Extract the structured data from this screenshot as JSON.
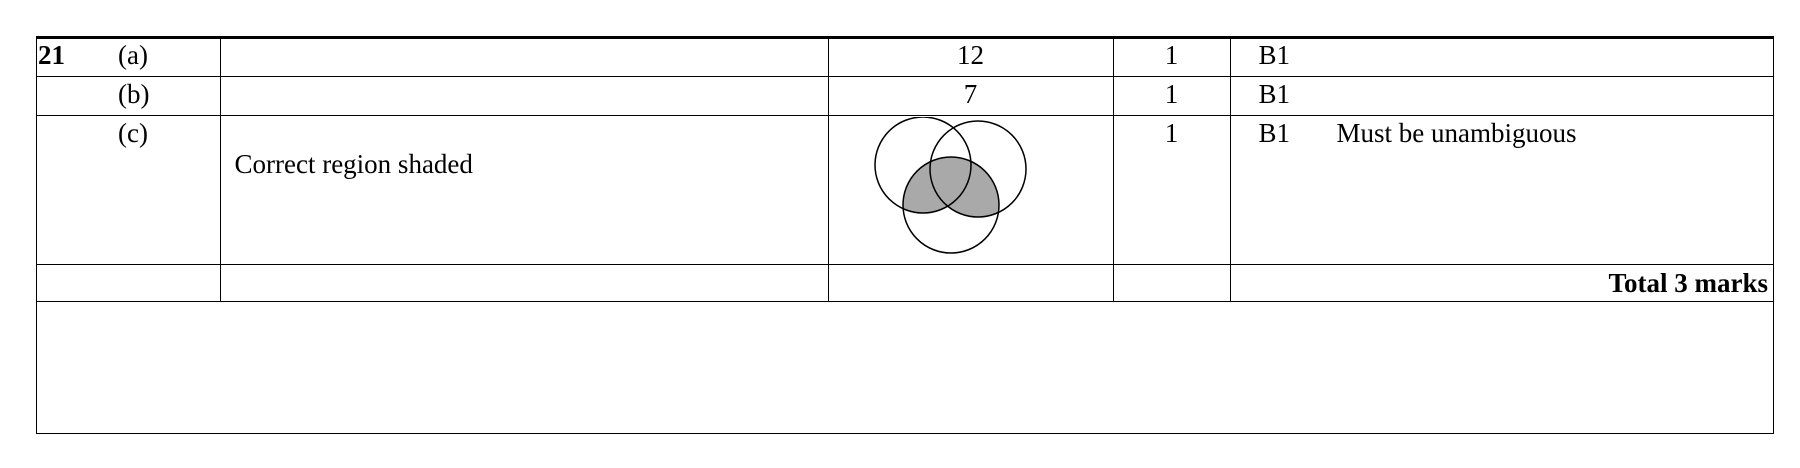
{
  "question": {
    "number": "21",
    "rows": [
      {
        "part": "(a)",
        "method": "",
        "answer": "12",
        "mark": "1",
        "code": "B1",
        "notes": ""
      },
      {
        "part": "(b)",
        "method": "",
        "answer": "7",
        "mark": "1",
        "code": "B1",
        "notes": ""
      },
      {
        "part": "(c)",
        "method": "Correct region shaded",
        "answer_icon": "venn-diagram-shaded",
        "mark": "1",
        "code": "B1",
        "notes": "Must be unambiguous"
      }
    ],
    "total": "Total 3 marks"
  },
  "colors": {
    "line": "#000000",
    "shade": "#a9a9a9"
  }
}
